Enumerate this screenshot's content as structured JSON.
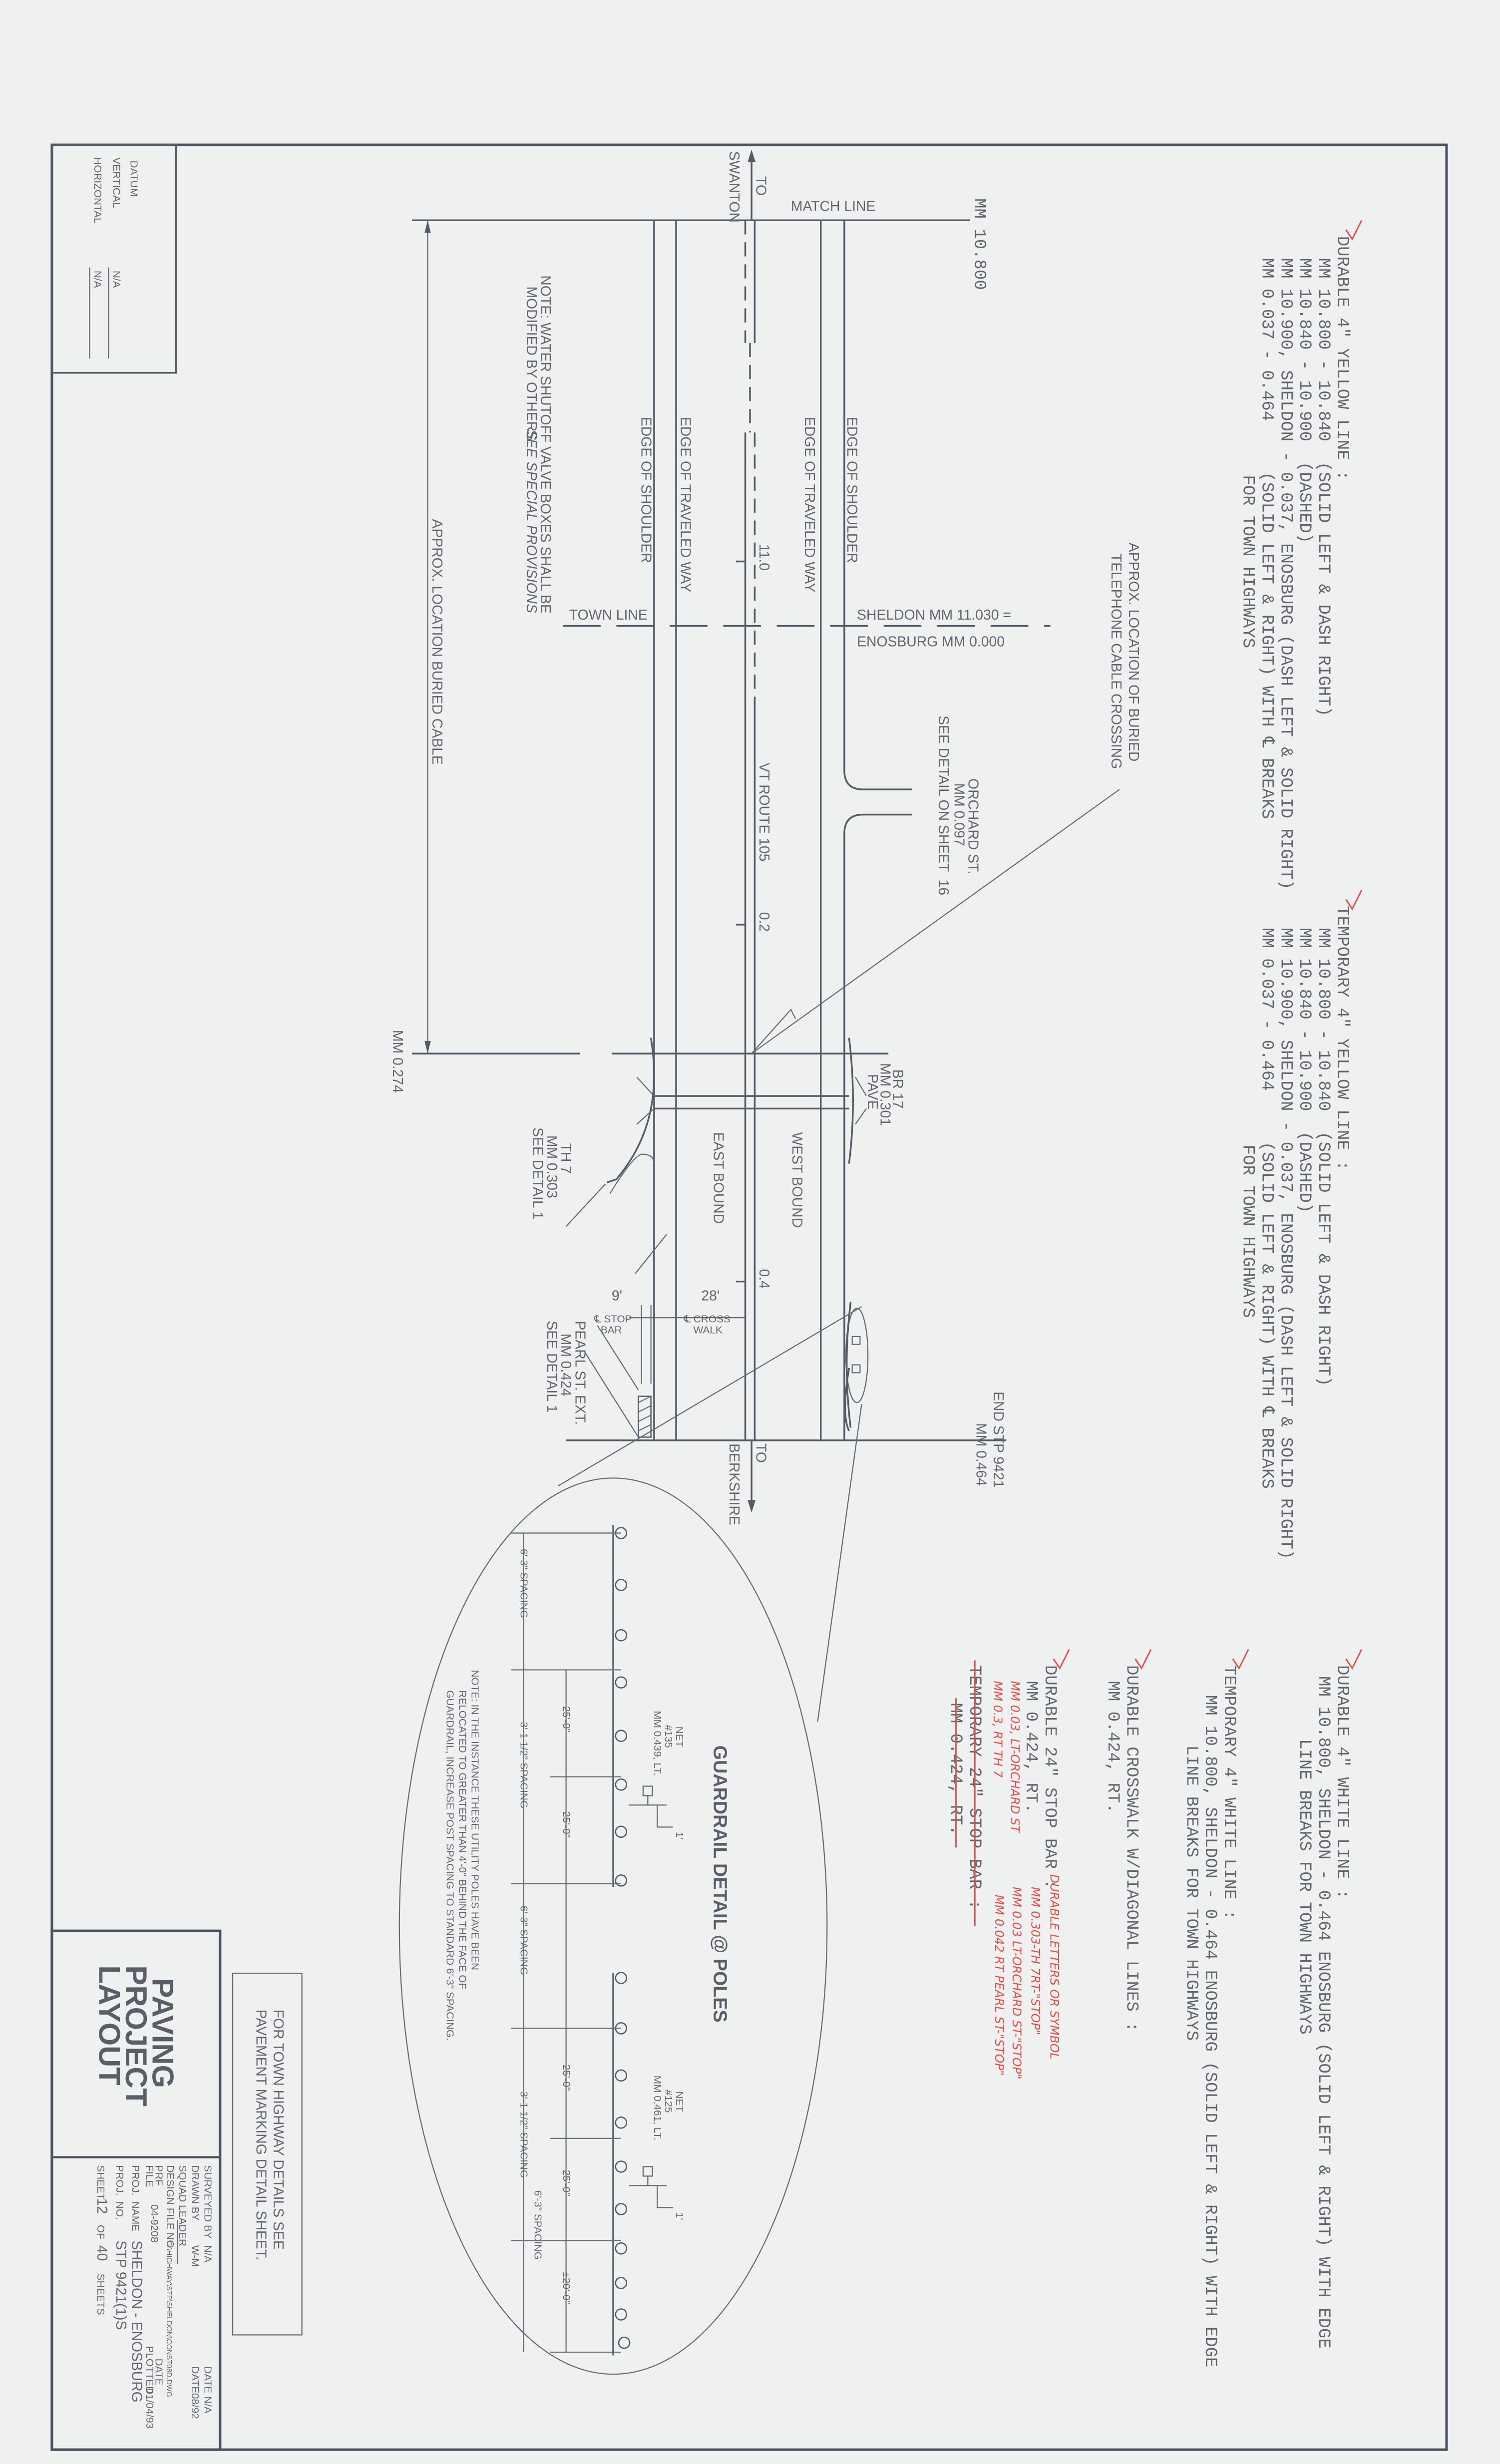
{
  "notes": {
    "durable_yellow": {
      "heading": "DURABLE 4\" YELLOW LINE :",
      "lines": [
        "MM 10.800 - 10.840  (SOLID LEFT & DASH RIGHT)",
        "MM 10.840 - 10.900  (DASHED)",
        "MM 10.900, SHELDON - 0.037, ENOSBURG (DASH LEFT & SOLID RIGHT)",
        "MM 0.037 - 0.464     (SOLID LEFT & RIGHT) WITH ℄ BREAKS",
        "FOR TOWN HIGHWAYS"
      ]
    },
    "temporary_yellow": {
      "heading": "TEMPORARY 4\" YELLOW LINE :",
      "lines": [
        "MM 10.800 - 10.840  (SOLID LEFT & DASH RIGHT)",
        "MM 10.840 - 10.900  (DASHED)",
        "MM 10.900, SHELDON - 0.037, ENOSBURG (DASH LEFT & SOLID RIGHT)",
        "MM 0.037 - 0.464     (SOLID LEFT & RIGHT) WITH ℄ BREAKS",
        "FOR TOWN HIGHWAYS"
      ]
    },
    "durable_white": {
      "heading": "DURABLE 4\" WHITE LINE :",
      "lines": [
        "MM 10.800, SHELDON - 0.464 ENOSBURG (SOLID LEFT & RIGHT) WITH EDGE",
        "LINE BREAKS FOR TOWN HIGHWAYS"
      ]
    },
    "temporary_white": {
      "heading": "TEMPORARY 4\" WHITE LINE :",
      "lines": [
        "MM 10.800, SHELDON - 0.464 ENOSBURG (SOLID LEFT & RIGHT) WITH EDGE",
        "LINE BREAKS FOR TOWN HIGHWAYS"
      ]
    },
    "crosswalk": {
      "heading": "DURABLE CROSSWALK W/DIAGONAL LINES :",
      "lines": [
        "MM 0.424, RT."
      ]
    },
    "stop_bar": {
      "heading": "DURABLE 24\" STOP BAR :",
      "lines": [
        "MM 0.424, RT."
      ]
    },
    "temporary_stop_bar": {
      "heading": "TEMPORARY 24\" STOP BAR :",
      "lines": [
        "MM 0.424, RT."
      ]
    }
  },
  "handwritten": {
    "stop_bar_additions": [
      "MM 0.03, LT-ORCHARD ST",
      "MM 0.3, RT TH 7"
    ],
    "letters_heading": "DURABLE LETTERS OR SYMBOL",
    "letters_lines": [
      "MM 0.303-TH 7RT-\"STOP\"",
      "MM 0.03 LT-ORCHARD ST-\"STOP\"",
      "MM 0.042 RT PEARL ST-\"STOP\""
    ],
    "special_provisions": "SEE SPECIAL PROVISIONS"
  },
  "plan": {
    "match_line": "MATCH LINE",
    "mm_start": "MM 10.800",
    "to_swanton": [
      "TO",
      "SWANTON"
    ],
    "to_berkshire": [
      "TO",
      "BERKSHIRE"
    ],
    "edge_of_shoulder": "EDGE OF SHOULDER",
    "edge_of_traveled_way": "EDGE OF TRAVELED WAY",
    "station_ticks": [
      "11.0",
      "0.2",
      "0.4"
    ],
    "route": "VT ROUTE 105",
    "town_line": "TOWN LINE",
    "town_line_mm": [
      "SHELDON MM 11.030 =",
      "ENOSBURG MM 0.000"
    ],
    "telephone_cable": [
      "APPROX. LOCATION OF BURIED",
      "TELEPHONE CABLE CROSSING"
    ],
    "orchard_st": [
      "ORCHARD ST.",
      "MM 0.097",
      "SEE DETAIL ON SHEET  16"
    ],
    "buried_cable": "APPROX. LOCATION BURIED CABLE",
    "mm_0274": "MM 0.274",
    "water_note": [
      "NOTE: WATER SHUTOFF VALVE BOXES SHALL BE",
      "MODIFIED BY OTHERS."
    ],
    "br17": [
      "BR 17",
      "MM 0.301",
      "PAVE"
    ],
    "east_bound": "EAST BOUND",
    "west_bound": "WEST BOUND",
    "th7": [
      "TH 7",
      "MM 0.303",
      "SEE DETAIL 1"
    ],
    "pearl_st": [
      "PEARL ST. EXT.",
      "MM 0.424",
      "SEE DETAIL 1"
    ],
    "stop_bar_dim": "9'",
    "stop_bar_label": [
      "℄ STOP",
      "BAR"
    ],
    "crosswalk_dim": "28'",
    "crosswalk_label": [
      "℄ CROSS",
      "WALK"
    ],
    "end_project": [
      "END STP 9421",
      "MM 0.464"
    ]
  },
  "guardrail": {
    "title": "GUARDRAIL DETAIL @ POLES",
    "pole1": [
      "NET",
      "#135",
      "MM 0.439, LT."
    ],
    "pole2": [
      "NET",
      "#125",
      "MM 0.461, LT."
    ],
    "offset": "1'",
    "spacing": [
      "6'-3\" SPACING",
      "3'-1 1/2\" SPACING",
      "6'-3\" SPACING",
      "3'-1 1/2\" SPACING",
      "6'-3\" SPACING"
    ],
    "lengths": [
      "25'-0\"",
      "25'-0\"",
      "25'-0\"",
      "25'-0\"",
      "±20'-0\""
    ],
    "note": [
      "NOTE: IN THE INSTANCE THESE UTILITY POLES HAVE BEEN",
      "RELOCATED TO GREATER THAN 4'-0\" BEHIND THE FACE OF",
      "GUARDRAIL, INCREASE POST SPACING TO STANDARD 6'-3\" SPACING."
    ]
  },
  "datum": {
    "title": "DATUM",
    "vertical_label": "VERTICAL",
    "vertical_value": "N/A",
    "horizontal_label": "HORIZONTAL",
    "horizontal_value": "N/A"
  },
  "town_highway_note": [
    "FOR TOWN HIGHWAY DETAILS SEE",
    "PAVEMENT MARKING DETAIL SHEET."
  ],
  "title_block": {
    "title": [
      "PAVING",
      "PROJECT",
      "LAYOUT"
    ],
    "surveyed_by_label": "SURVEYED BY",
    "surveyed_by": "N/A",
    "surveyed_date_label": "DATE",
    "surveyed_date": "N/A",
    "drawn_by_label": "DRAWN BY",
    "drawn_by": "W-M",
    "drawn_date_label": "DATE",
    "drawn_date": "08/92",
    "squad_leader_label": "SQUAD LEADER",
    "design_file_label": "DESIGN FILE NO.",
    "design_file": "G:\\HIGHWAY\\STP\\SHELDON\\CONST08D.DWG",
    "prf_label": "PRF",
    "file_label": "FILE",
    "prf_file": "04-9208",
    "date_label": "DATE",
    "plotted_label": "PLOTTED",
    "plotted": "01/04/93",
    "proj_name_label": "PROJ.  NAME",
    "proj_name": "SHELDON - ENOSBURG",
    "proj_no_label": "PROJ.  NO.",
    "proj_no": "STP 9421(1)S",
    "sheet_label": "SHEET",
    "sheet": "12",
    "of_label": "OF",
    "total_sheets": "40",
    "sheets_label": "SHEETS"
  },
  "colors": {
    "paper": "#eef1ef",
    "ink": "#555a66",
    "redline": "#ee4b45"
  }
}
